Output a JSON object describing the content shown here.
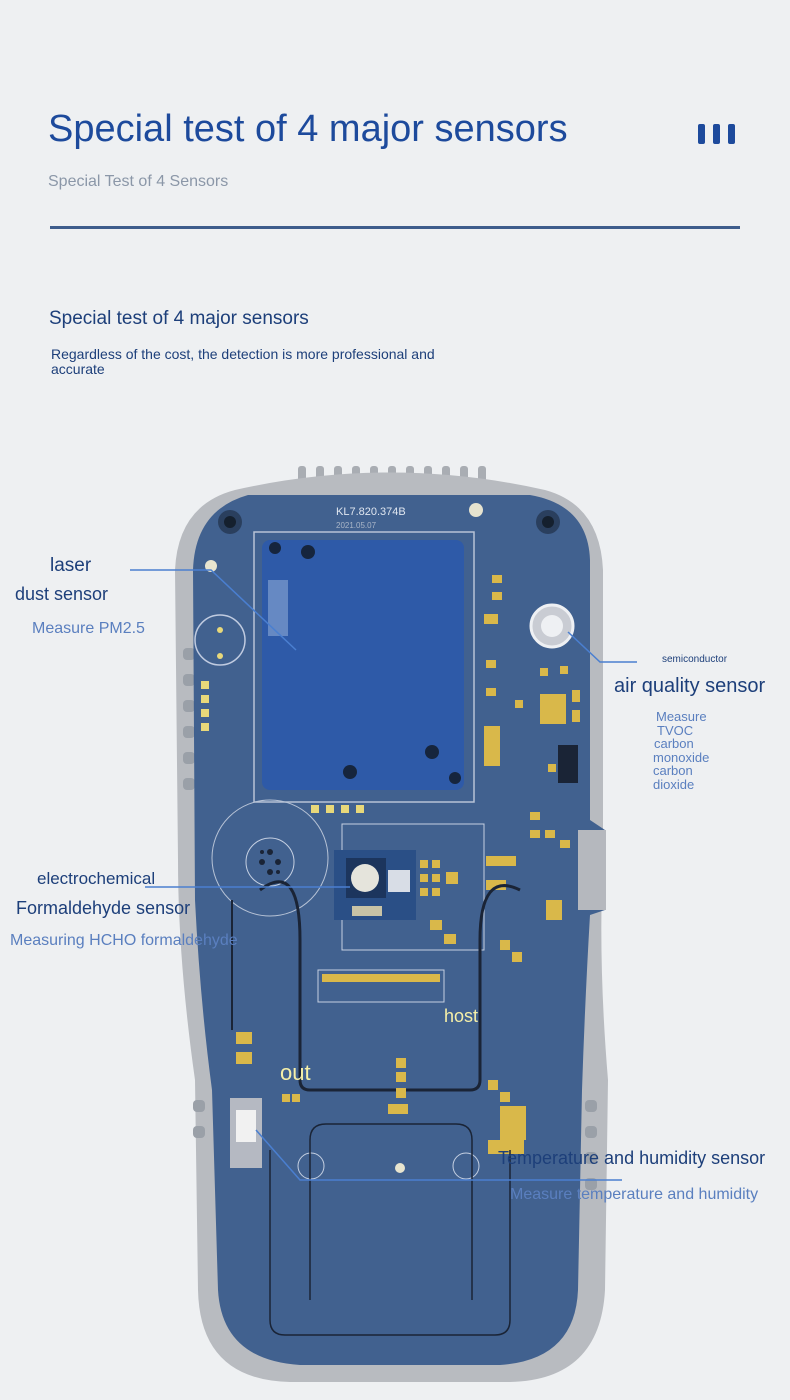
{
  "header": {
    "title": "Special test of 4 major sensors",
    "subtitle": "Special Test of 4 Sensors"
  },
  "section": {
    "heading": "Special test of 4 major sensors",
    "description": "Regardless of the cost, the detection is more professional and accurate"
  },
  "pcb": {
    "model_code": "KL7.820.374B",
    "date_code": "2021.05.07"
  },
  "callouts": {
    "laser": {
      "line1": "laser",
      "line2": "dust sensor",
      "desc": "Measure PM2.5"
    },
    "air_quality": {
      "type": "semiconductor",
      "title": "air quality sensor",
      "desc_lines": [
        "Measure",
        "TVOC",
        "carbon",
        "monoxide",
        "carbon",
        "dioxide"
      ]
    },
    "formaldehyde": {
      "line1": "electrochemical",
      "line2": "Formaldehyde sensor",
      "desc": "Measuring HCHO formaldehyde"
    },
    "host_label": "host",
    "out_label": "out",
    "temp_humidity": {
      "title": "Temperature and humidity sensor",
      "desc": "Measure temperature and humidity"
    }
  },
  "colors": {
    "accent": "#1d4a9c",
    "board": "#3a5c8c",
    "casing": "#b9bcc0",
    "callout_line": "#4a7fd0"
  }
}
